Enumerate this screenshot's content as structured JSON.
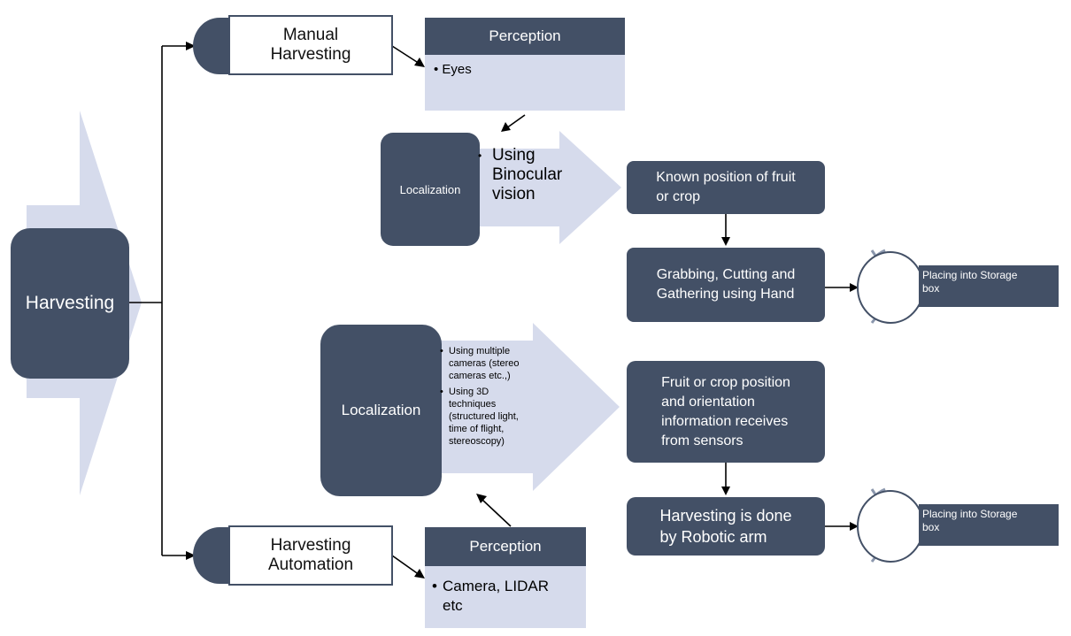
{
  "root": {
    "label": "Harvesting"
  },
  "manual": {
    "label": "Manual\nHarvesting",
    "perception": {
      "title": "Perception",
      "items": [
        "Eyes"
      ]
    },
    "localization": {
      "label": "Localization",
      "items": [
        "Using\nBinocular\nvision"
      ]
    },
    "steps": [
      "Known position of fruit\nor crop",
      "Grabbing, Cutting and\nGathering  using Hand"
    ],
    "storage": "Placing into Storage\nbox"
  },
  "automation": {
    "label": "Harvesting\nAutomation",
    "perception": {
      "title": "Perception",
      "items": [
        "Camera, LIDAR\netc"
      ]
    },
    "localization": {
      "label": "Localization",
      "items": [
        "Using multiple\ncameras (stereo\ncameras etc.,)",
        "Using 3D\ntechniques\n(structured light,\ntime of flight,\nstereoscopy)"
      ]
    },
    "steps": [
      "Fruit or crop position\nand orientation\ninformation receives\nfrom sensors",
      "Harvesting is done\nby Robotic arm"
    ],
    "storage": "Placing into Storage\nbox"
  },
  "colors": {
    "dark": "#435066",
    "light": "#d6dbec",
    "line": "#000000"
  }
}
